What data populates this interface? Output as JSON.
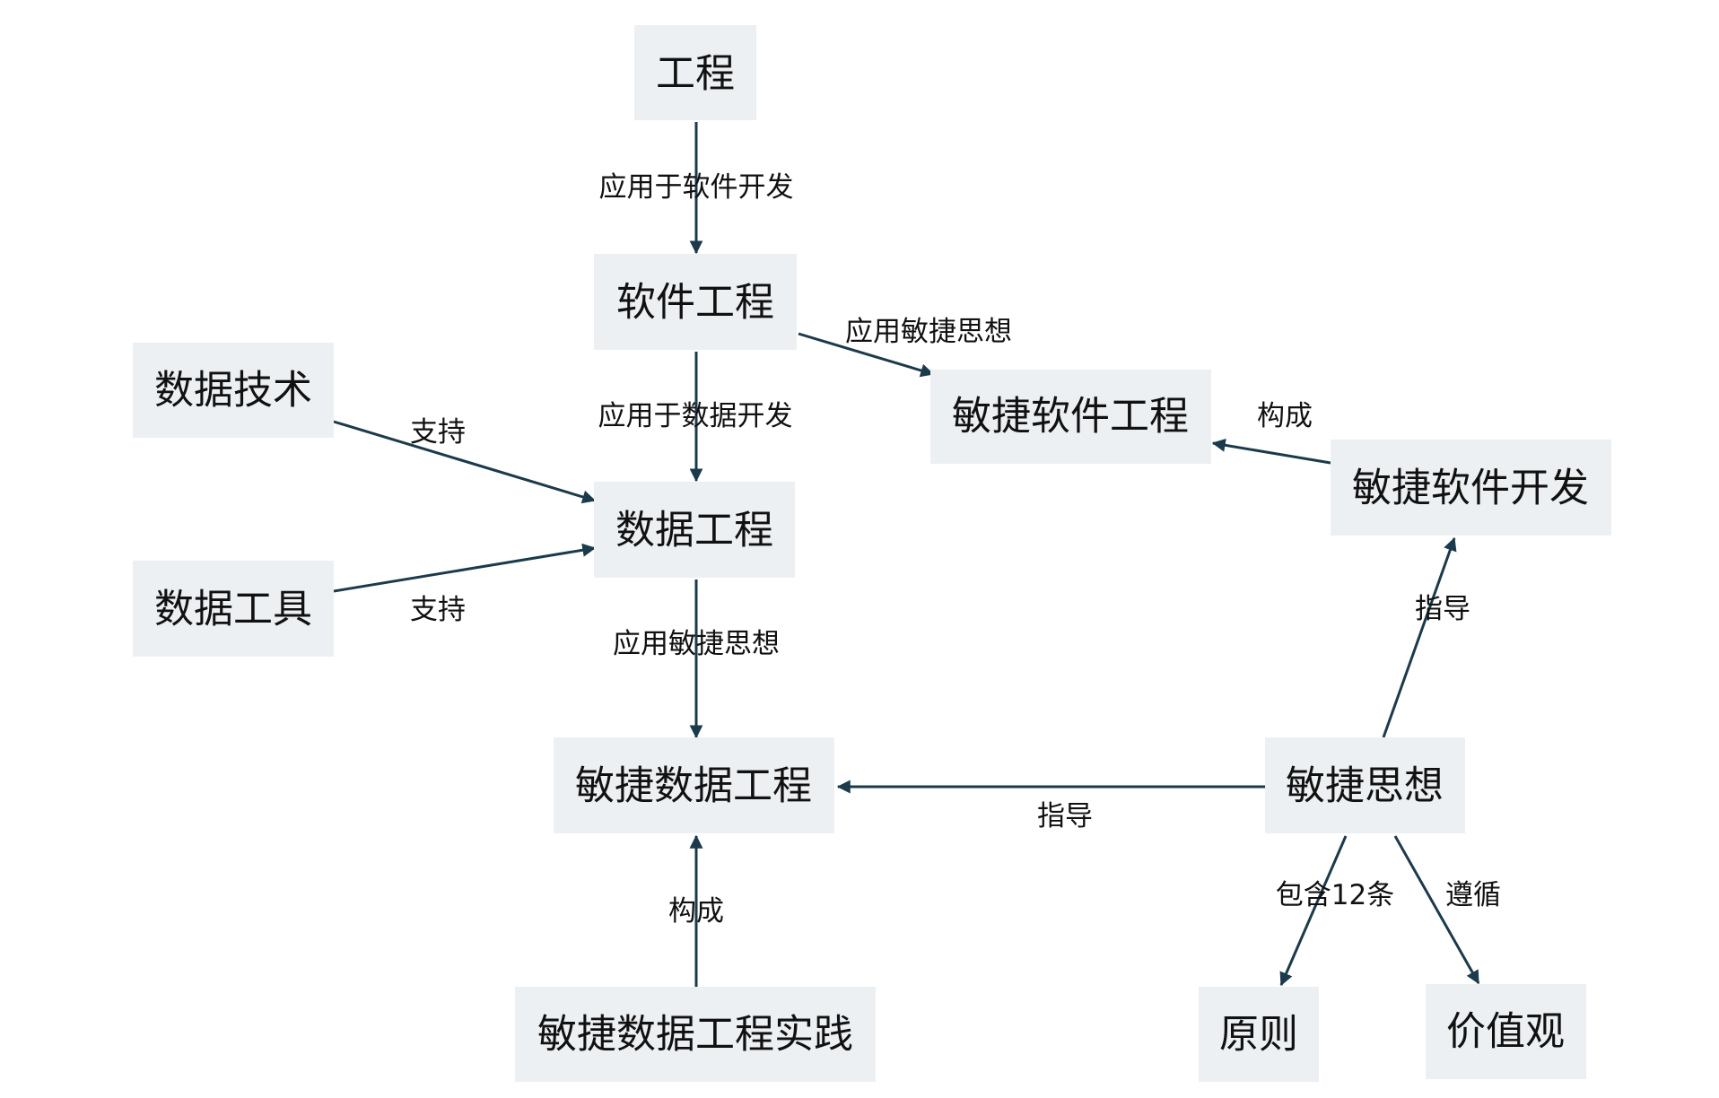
{
  "nodes": [
    {
      "id": "engineering",
      "label": "工程"
    },
    {
      "id": "software-engineering",
      "label": "软件工程"
    },
    {
      "id": "data-technology",
      "label": "数据技术"
    },
    {
      "id": "data-tools",
      "label": "数据工具"
    },
    {
      "id": "data-engineering",
      "label": "数据工程"
    },
    {
      "id": "agile-software-engineering",
      "label": "敏捷软件工程"
    },
    {
      "id": "agile-software-development",
      "label": "敏捷软件开发"
    },
    {
      "id": "agile-data-engineering",
      "label": "敏捷数据工程"
    },
    {
      "id": "agile-thinking",
      "label": "敏捷思想"
    },
    {
      "id": "agile-data-engineering-practice",
      "label": "敏捷数据工程实践"
    },
    {
      "id": "principles",
      "label": "原则"
    },
    {
      "id": "values",
      "label": "价值观"
    }
  ],
  "edges": [
    {
      "id": "engineering-to-software",
      "from": "engineering",
      "to": "software-engineering",
      "label": "应用于软件开发"
    },
    {
      "id": "software-to-agile-software",
      "from": "software-engineering",
      "to": "agile-software-engineering",
      "label": "应用敏捷思想"
    },
    {
      "id": "software-to-data",
      "from": "software-engineering",
      "to": "data-engineering",
      "label": "应用于数据开发"
    },
    {
      "id": "datatech-to-data",
      "from": "data-technology",
      "to": "data-engineering",
      "label": "支持"
    },
    {
      "id": "datatools-to-data",
      "from": "data-tools",
      "to": "data-engineering",
      "label": "支持"
    },
    {
      "id": "agiledev-to-agilesoftware",
      "from": "agile-software-development",
      "to": "agile-software-engineering",
      "label": "构成"
    },
    {
      "id": "data-to-agiledata",
      "from": "data-engineering",
      "to": "agile-data-engineering",
      "label": "应用敏捷思想"
    },
    {
      "id": "thinking-to-agiledev",
      "from": "agile-thinking",
      "to": "agile-software-development",
      "label": "指导"
    },
    {
      "id": "thinking-to-agiledata",
      "from": "agile-thinking",
      "to": "agile-data-engineering",
      "label": "指导"
    },
    {
      "id": "practice-to-agiledata",
      "from": "agile-data-engineering-practice",
      "to": "agile-data-engineering",
      "label": "构成"
    },
    {
      "id": "thinking-to-principles",
      "from": "agile-thinking",
      "to": "principles",
      "label": "包含12条"
    },
    {
      "id": "thinking-to-values",
      "from": "agile-thinking",
      "to": "values",
      "label": "遵循"
    }
  ]
}
